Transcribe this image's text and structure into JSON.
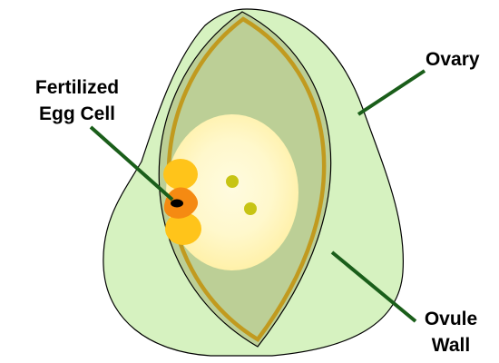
{
  "labels": {
    "ovary": "Ovary",
    "fertilized_egg_line1": "Fertilized",
    "fertilized_egg_line2": "Egg Cell",
    "ovule_wall_line1": "Ovule",
    "ovule_wall_line2": "Wall"
  },
  "colors": {
    "ovary_fill": "#d6f2c0",
    "ovule_fill": "#bccf96",
    "ovule_wall": "#c19a1f",
    "embryo_sac_center": "#fffbe0",
    "embryo_sac_edge": "#fff0a6",
    "synergid": "#ffc41a",
    "egg_cell": "#f58a12",
    "egg_nucleus": "#000000",
    "polar_nuclei": "#c7c414",
    "leader_line": "#1a5e1a"
  }
}
